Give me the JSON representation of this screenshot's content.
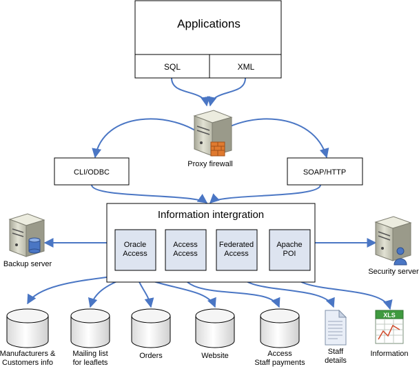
{
  "applications": {
    "title": "Applications",
    "cells": [
      "SQL",
      "XML"
    ]
  },
  "proxy": {
    "label": "Proxy firewall"
  },
  "interfaces": {
    "left": "CLI/ODBC",
    "right": "SOAP/HTTP"
  },
  "integration": {
    "title": "Information intergration",
    "modules": [
      [
        "Oracle",
        "Access"
      ],
      [
        "Access",
        "Access"
      ],
      [
        "Federated",
        "Access"
      ],
      [
        "Apache",
        "POI"
      ]
    ]
  },
  "servers": {
    "backup": "Backup server",
    "security": "Security server"
  },
  "databases": [
    [
      "Manufacturers &",
      "Customers info"
    ],
    [
      "Mailing list",
      "for leaflets"
    ],
    [
      "Orders"
    ],
    [
      "Website"
    ],
    [
      "Access",
      "Staff payments"
    ]
  ],
  "documents": {
    "staff": [
      "Staff",
      "details"
    ],
    "information": [
      "Information"
    ],
    "xls_badge": "XLS"
  },
  "colors": {
    "connector": "#4a76c4",
    "box_border": "#000000",
    "module_fill": "#dde4f0",
    "server_body": "#d6d6c6",
    "disk_fill": "#f2f2f2"
  }
}
